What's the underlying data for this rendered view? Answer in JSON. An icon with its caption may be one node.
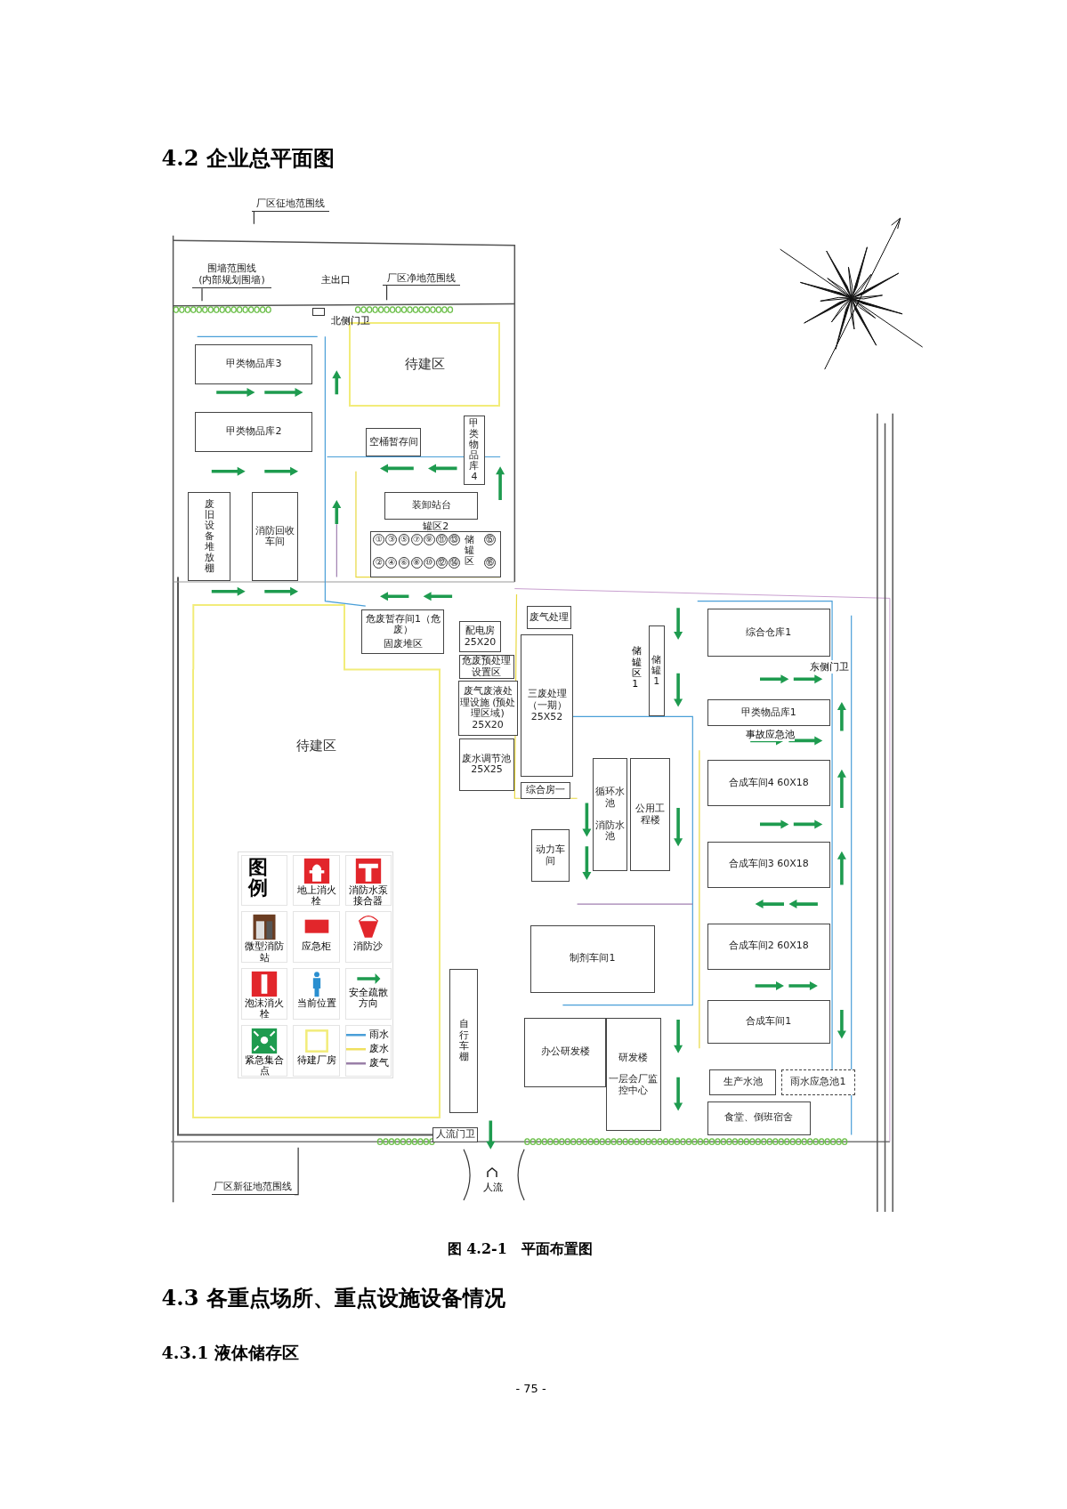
{
  "diagram": {
    "title": "4.2 企业总平面图",
    "caption": "图 4.2-1　平面布置图",
    "nodes": [
      {
        "text": [
          "厂区征地范围线"
        ]
      },
      {
        "text": [
          "围墙范围线",
          "(内部规划围墙)"
        ]
      },
      {
        "text": [
          "厂区净地范围线"
        ]
      },
      {
        "text": [
          "厂区新征地范围线"
        ]
      },
      {
        "text": [
          "待建区"
        ]
      },
      {
        "text": [
          "甲类物品库3"
        ]
      },
      {
        "text": [
          "甲类物品库2"
        ]
      },
      {
        "text": [
          "空桶暂存间"
        ]
      },
      {
        "text": [
          "甲类物品库4"
        ]
      },
      {
        "text": [
          "废旧设备堆放棚"
        ]
      },
      {
        "text": [
          "消防回收车间"
        ]
      },
      {
        "text": [
          "装卸站台"
        ]
      },
      {
        "text": [
          "罐区2",
          "储罐区"
        ]
      },
      {
        "text": [
          "①"
        ],
        "in": 12
      },
      {
        "text": [
          "③"
        ],
        "in": 12
      },
      {
        "text": [
          "⑤"
        ],
        "in": 12
      },
      {
        "text": [
          "⑦"
        ],
        "in": 12
      },
      {
        "text": [
          "⑨"
        ],
        "in": 12
      },
      {
        "text": [
          "⑪"
        ],
        "in": 12
      },
      {
        "text": [
          "⑬"
        ],
        "in": 12
      },
      {
        "text": [
          "②"
        ],
        "in": 12
      },
      {
        "text": [
          "④"
        ],
        "in": 12
      },
      {
        "text": [
          "⑥"
        ],
        "in": 12
      },
      {
        "text": [
          "⑧"
        ],
        "in": 12
      },
      {
        "text": [
          "⑩"
        ],
        "in": 12
      },
      {
        "text": [
          "⑫"
        ],
        "in": 12
      },
      {
        "text": [
          "⑭"
        ],
        "in": 12
      },
      {
        "text": [
          "⑮"
        ],
        "in": 12
      },
      {
        "text": [
          "⑯"
        ],
        "in": 12
      },
      {
        "text": [
          "待建区"
        ]
      },
      {
        "text": [
          "危废暂存间1（危废）",
          "固废堆区"
        ]
      },
      {
        "text": [
          "配电房 25X20"
        ]
      },
      {
        "text": [
          "危废预处理设置区"
        ]
      },
      {
        "text": [
          "废气废液处理设施 (预处理区域) 25X20"
        ]
      },
      {
        "text": [
          "废水调节池 25X25"
        ]
      },
      {
        "text": [
          "废气处理"
        ]
      },
      {
        "text": [
          "三废处理（一期） 25X52"
        ]
      },
      {
        "text": [
          "综合房一"
        ]
      },
      {
        "text": [
          "储罐1"
        ]
      },
      {
        "text": [
          "综合仓库1"
        ]
      },
      {
        "text": [
          "甲类物品库1"
        ]
      },
      {
        "text": [
          "合成车间4 60X18"
        ]
      },
      {
        "text": [
          "合成车间3 60X18"
        ]
      },
      {
        "text": [
          "合成车间2 60X18"
        ]
      },
      {
        "text": [
          "合成车间1"
        ]
      },
      {
        "text": [
          "动力车间"
        ]
      },
      {
        "text": [
          "循环水池",
          "消防水池"
        ]
      },
      {
        "text": [
          "公用工程楼"
        ]
      },
      {
        "text": [
          "制剂车间1"
        ]
      },
      {
        "text": [
          "办公研发楼"
        ]
      },
      {
        "text": [
          "研发楼",
          "一层会厂监控中心"
        ]
      },
      {
        "text": [
          "生产水池"
        ]
      },
      {
        "text": [
          "雨水应急池1"
        ]
      },
      {
        "text": [
          "食堂、倒班宿舍"
        ]
      },
      {
        "text": [
          "自行车棚"
        ]
      },
      {
        "text": [
          "人流门卫"
        ]
      }
    ],
    "edges": [
      {
        "from": 0,
        "to": null,
        "arrow": "none"
      },
      {
        "from": 1,
        "to": null,
        "arrow": "none"
      },
      {
        "from": 2,
        "to": null,
        "arrow": "none"
      },
      {
        "from": 3,
        "to": null,
        "arrow": "none"
      }
    ],
    "labels": [
      "北侧门卫",
      "主出口",
      "储罐区1",
      "事故应急池",
      "东侧门卫",
      "人流",
      "图例",
      "4.3 各重点场所、重点设施设备情况",
      "4.3.1 液体储存区",
      "- 75 -"
    ],
    "legend": [
      {
        "text": "地上消火栓"
      },
      {
        "text": "消防水泵接合器"
      },
      {
        "text": "微型消防站"
      },
      {
        "text": "应急柜"
      },
      {
        "text": "消防沙"
      },
      {
        "text": "泡沫消火栓"
      },
      {
        "text": "当前位置"
      },
      {
        "text": "安全疏散方向"
      },
      {
        "text": "紧急集合点"
      },
      {
        "text": "待建厂房"
      },
      {
        "text": "雨水",
        "color": "#4a9fd8"
      },
      {
        "text": "废水",
        "color": "#f0e060"
      },
      {
        "text": "废气",
        "color": "#9a7fa8"
      }
    ]
  }
}
